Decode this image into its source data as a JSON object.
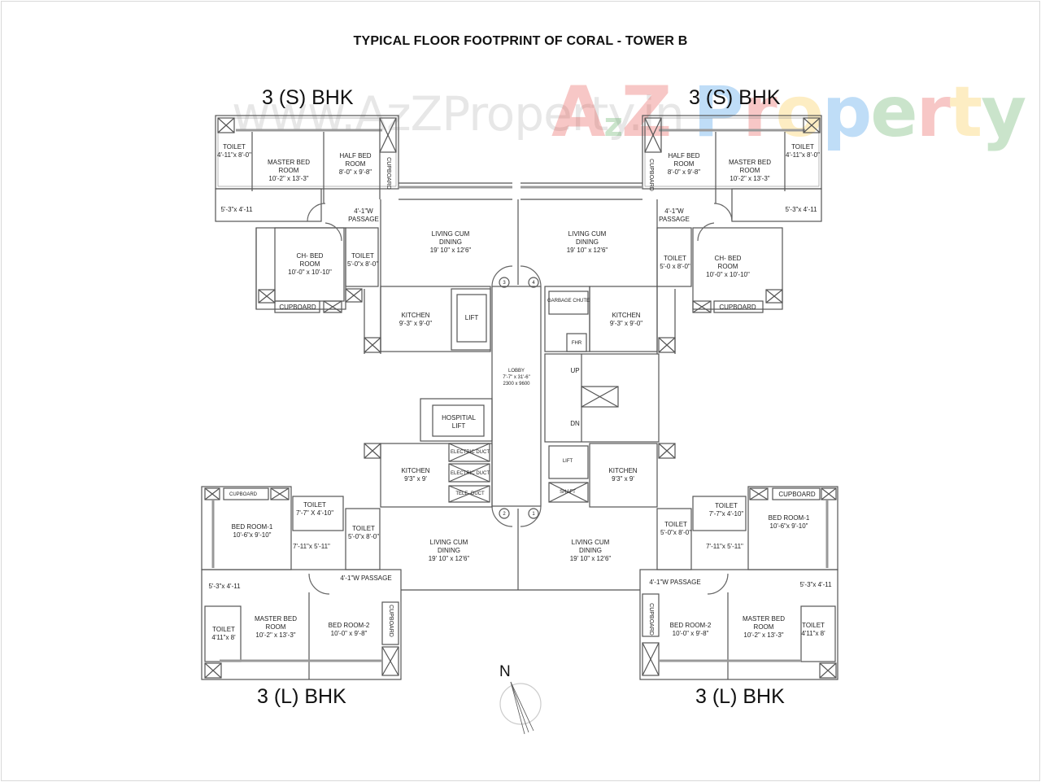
{
  "title": "TYPICAL FLOOR FOOTPRINT OF CORAL - TOWER B",
  "watermark": {
    "url_text": "www.AzZProperty.in",
    "brand_text": "AzZ Property",
    "brand_colors": [
      "#e53935",
      "#43a047",
      "#1e88e5",
      "#fbc02d",
      "#43a047"
    ]
  },
  "unit_labels": {
    "top_left": "3 (S) BHK",
    "top_right": "3 (S) BHK",
    "bottom_left": "3 (L) BHK",
    "bottom_right": "3 (L) BHK"
  },
  "units": {
    "top_left": {
      "toilet": {
        "name": "TOILET",
        "size": "4'-11\"x 8'-0\""
      },
      "master_bed": {
        "name": "MASTER BED",
        "name2": "ROOM",
        "size": "10'-2\"  x  13'-3\""
      },
      "half_bed": {
        "name": "HALF BED",
        "name2": "ROOM",
        "size": "8'-0\"  x  9'-8\""
      },
      "cupboard_v": "CUPBOARD",
      "dress": "5'-3\"x 4'-11",
      "passage": {
        "name": "4'-1\"W",
        "name2": "PASSAGE"
      },
      "ch_bed": {
        "name": "CH- BED",
        "name2": "ROOM",
        "size": "10'-0\" x 10'-10\""
      },
      "toilet2": {
        "name": "TOILET",
        "size": "5'-0\"x 8'-0\""
      },
      "cupboard": "CUPBOARD",
      "living": {
        "name": "LIVING CUM",
        "name2": "DINING",
        "size": "19' 10\"  x  12'6\""
      },
      "kitchen": {
        "name": "KITCHEN",
        "size": "9'-3\"  x  9'-0\""
      }
    },
    "top_right": {
      "toilet": {
        "name": "TOILET",
        "size": "4'-11\"x 8'-0\""
      },
      "master_bed": {
        "name": "MASTER BED",
        "name2": "ROOM",
        "size": "10'-2\"  x  13'-3\""
      },
      "half_bed": {
        "name": "HALF BED",
        "name2": "ROOM",
        "size": "8'-0\"  x  9'-8\""
      },
      "cupboard_v": "CUPBOARD",
      "dress": "5'-3\"x 4'-11",
      "passage": {
        "name": "4'-1\"W",
        "name2": "PASSAGE"
      },
      "ch_bed": {
        "name": "CH- BED",
        "name2": "ROOM",
        "size": "10'-0\" x 10'-10\""
      },
      "toilet2": {
        "name": "TOILET",
        "size": "5'-0 x 8'-0\""
      },
      "cupboard": "CUPBOARD",
      "living": {
        "name": "LIVING CUM",
        "name2": "DINING",
        "size": "19' 10\"  x  12'6\""
      },
      "kitchen": {
        "name": "KITCHEN",
        "size": "9'-3\"  x  9'-0\""
      }
    },
    "bottom_left": {
      "cupboard": "CUPBOARD",
      "bed1": {
        "name": "BED ROOM-1",
        "size": "10'-6\"x 9'-10\""
      },
      "toilet1": {
        "name": "TOILET",
        "size": "7'-7\" X 4'-10\""
      },
      "toilet2": {
        "name": "TOILET",
        "size": "5'-0\"x 8'-0\""
      },
      "foyer": "7'-11\"x 5'-11\"",
      "passage": "4'-1\"W PASSAGE",
      "dress": "5'-3\"x 4'-11",
      "master_bed": {
        "name": "MASTER BED",
        "name2": "ROOM",
        "size": "10'-2\"  x  13'-3\""
      },
      "toilet3": {
        "name": "TOILET",
        "size": "4'11\"x 8'"
      },
      "bed2": {
        "name": "BED ROOM-2",
        "size": "10'-0\" x 9'-8\""
      },
      "cupboard_v": "CUPBOARD",
      "living": {
        "name": "LIVING CUM",
        "name2": "DINING",
        "size": "19' 10\"  x  12'6\""
      },
      "kitchen": {
        "name": "KITCHEN",
        "size": "9'3\"  x  9'"
      }
    },
    "bottom_right": {
      "cupboard": "CUPBOARD",
      "bed1": {
        "name": "BED ROOM-1",
        "size": "10'-6\"x 9'-10\""
      },
      "toilet1": {
        "name": "TOILET",
        "size": "7'-7\"x 4'-10\""
      },
      "toilet2": {
        "name": "TOILET",
        "size": "5'-0\"x 8'-0\""
      },
      "foyer": "7'-11\"x 5'-11\"",
      "passage": "4'-1\"W PASSAGE",
      "dress": "5'-3\"x 4'-11",
      "master_bed": {
        "name": "MASTER BED",
        "name2": "ROOM",
        "size": "10'-2\"  x  13'-3\""
      },
      "toilet3": {
        "name": "TOILET",
        "size": "4'11\"x 8'"
      },
      "bed2": {
        "name": "BED ROOM-2",
        "size": "10'-0\" x 9'-8\""
      },
      "cupboard_v": "CUPBOARD",
      "living": {
        "name": "LIVING CUM",
        "name2": "DINING",
        "size": "19' 10\"  x  12'6\""
      },
      "kitchen": {
        "name": "KITCHEN",
        "size": "9'3\"  x  9'"
      }
    }
  },
  "core": {
    "lift": "LIFT",
    "lift_small": "LIFT",
    "hospital_lift": {
      "line1": "HOSPITIAL",
      "line2": "LIFT"
    },
    "lobby": {
      "name": "LOBBY",
      "size1": "7'-7\" x 31'-6\"",
      "size2": "2300 x 9600"
    },
    "garbage": "GARBAGE CHUTE",
    "fhr": "FHR",
    "up": "UP",
    "dn": "DN",
    "ducts": [
      "ELECTRIC DUCT",
      "ELECTRIC DUCT",
      "TELE- DUCT"
    ],
    "shaft": "SHAFT",
    "flat_numbers": [
      "1",
      "2",
      "3",
      "4"
    ]
  },
  "north": "N"
}
